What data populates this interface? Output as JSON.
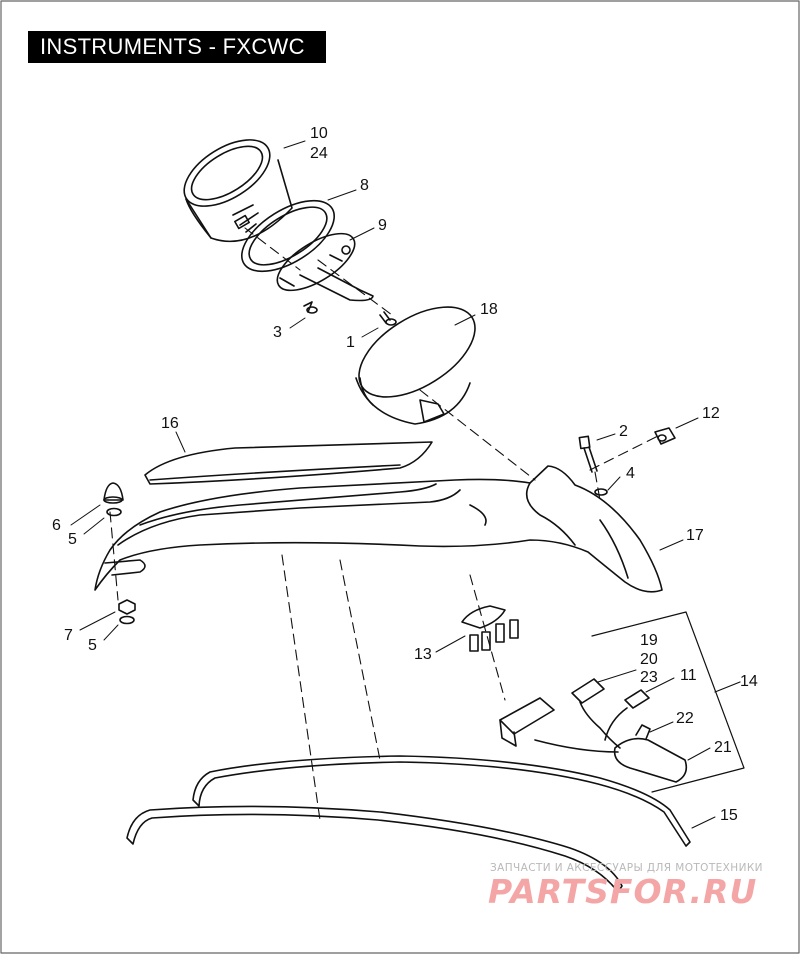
{
  "title": "INSTRUMENTS - FXCWC",
  "callouts": {
    "c10": "10",
    "c24": "24",
    "c8": "8",
    "c9": "9",
    "c3": "3",
    "c1": "1",
    "c18": "18",
    "c16": "16",
    "c2": "2",
    "c12": "12",
    "c4": "4",
    "c6": "6",
    "c5a": "5",
    "c17": "17",
    "c7": "7",
    "c5b": "5",
    "c13": "13",
    "c19": "19",
    "c20": "20",
    "c23": "23",
    "c11": "11",
    "c14": "14",
    "c22": "22",
    "c21": "21",
    "c15": "15"
  },
  "watermark": {
    "tagline": "ЗАПЧАСТИ И АКСЕССУАРЫ ДЛЯ МОТОТЕХНИКИ",
    "logo": "PARTSFOR.RU"
  }
}
